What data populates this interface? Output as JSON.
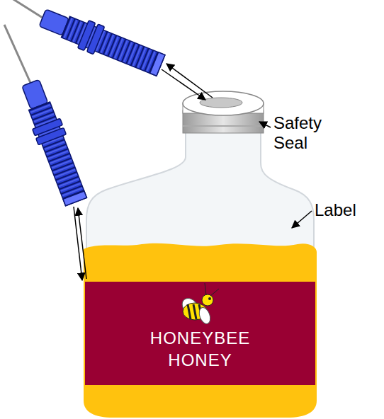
{
  "diagram": {
    "nodes": [
      {
        "text": [
          "HONEYBEE HONEY"
        ]
      }
    ],
    "labels": [
      "Safety Seal",
      "Label"
    ]
  }
}
